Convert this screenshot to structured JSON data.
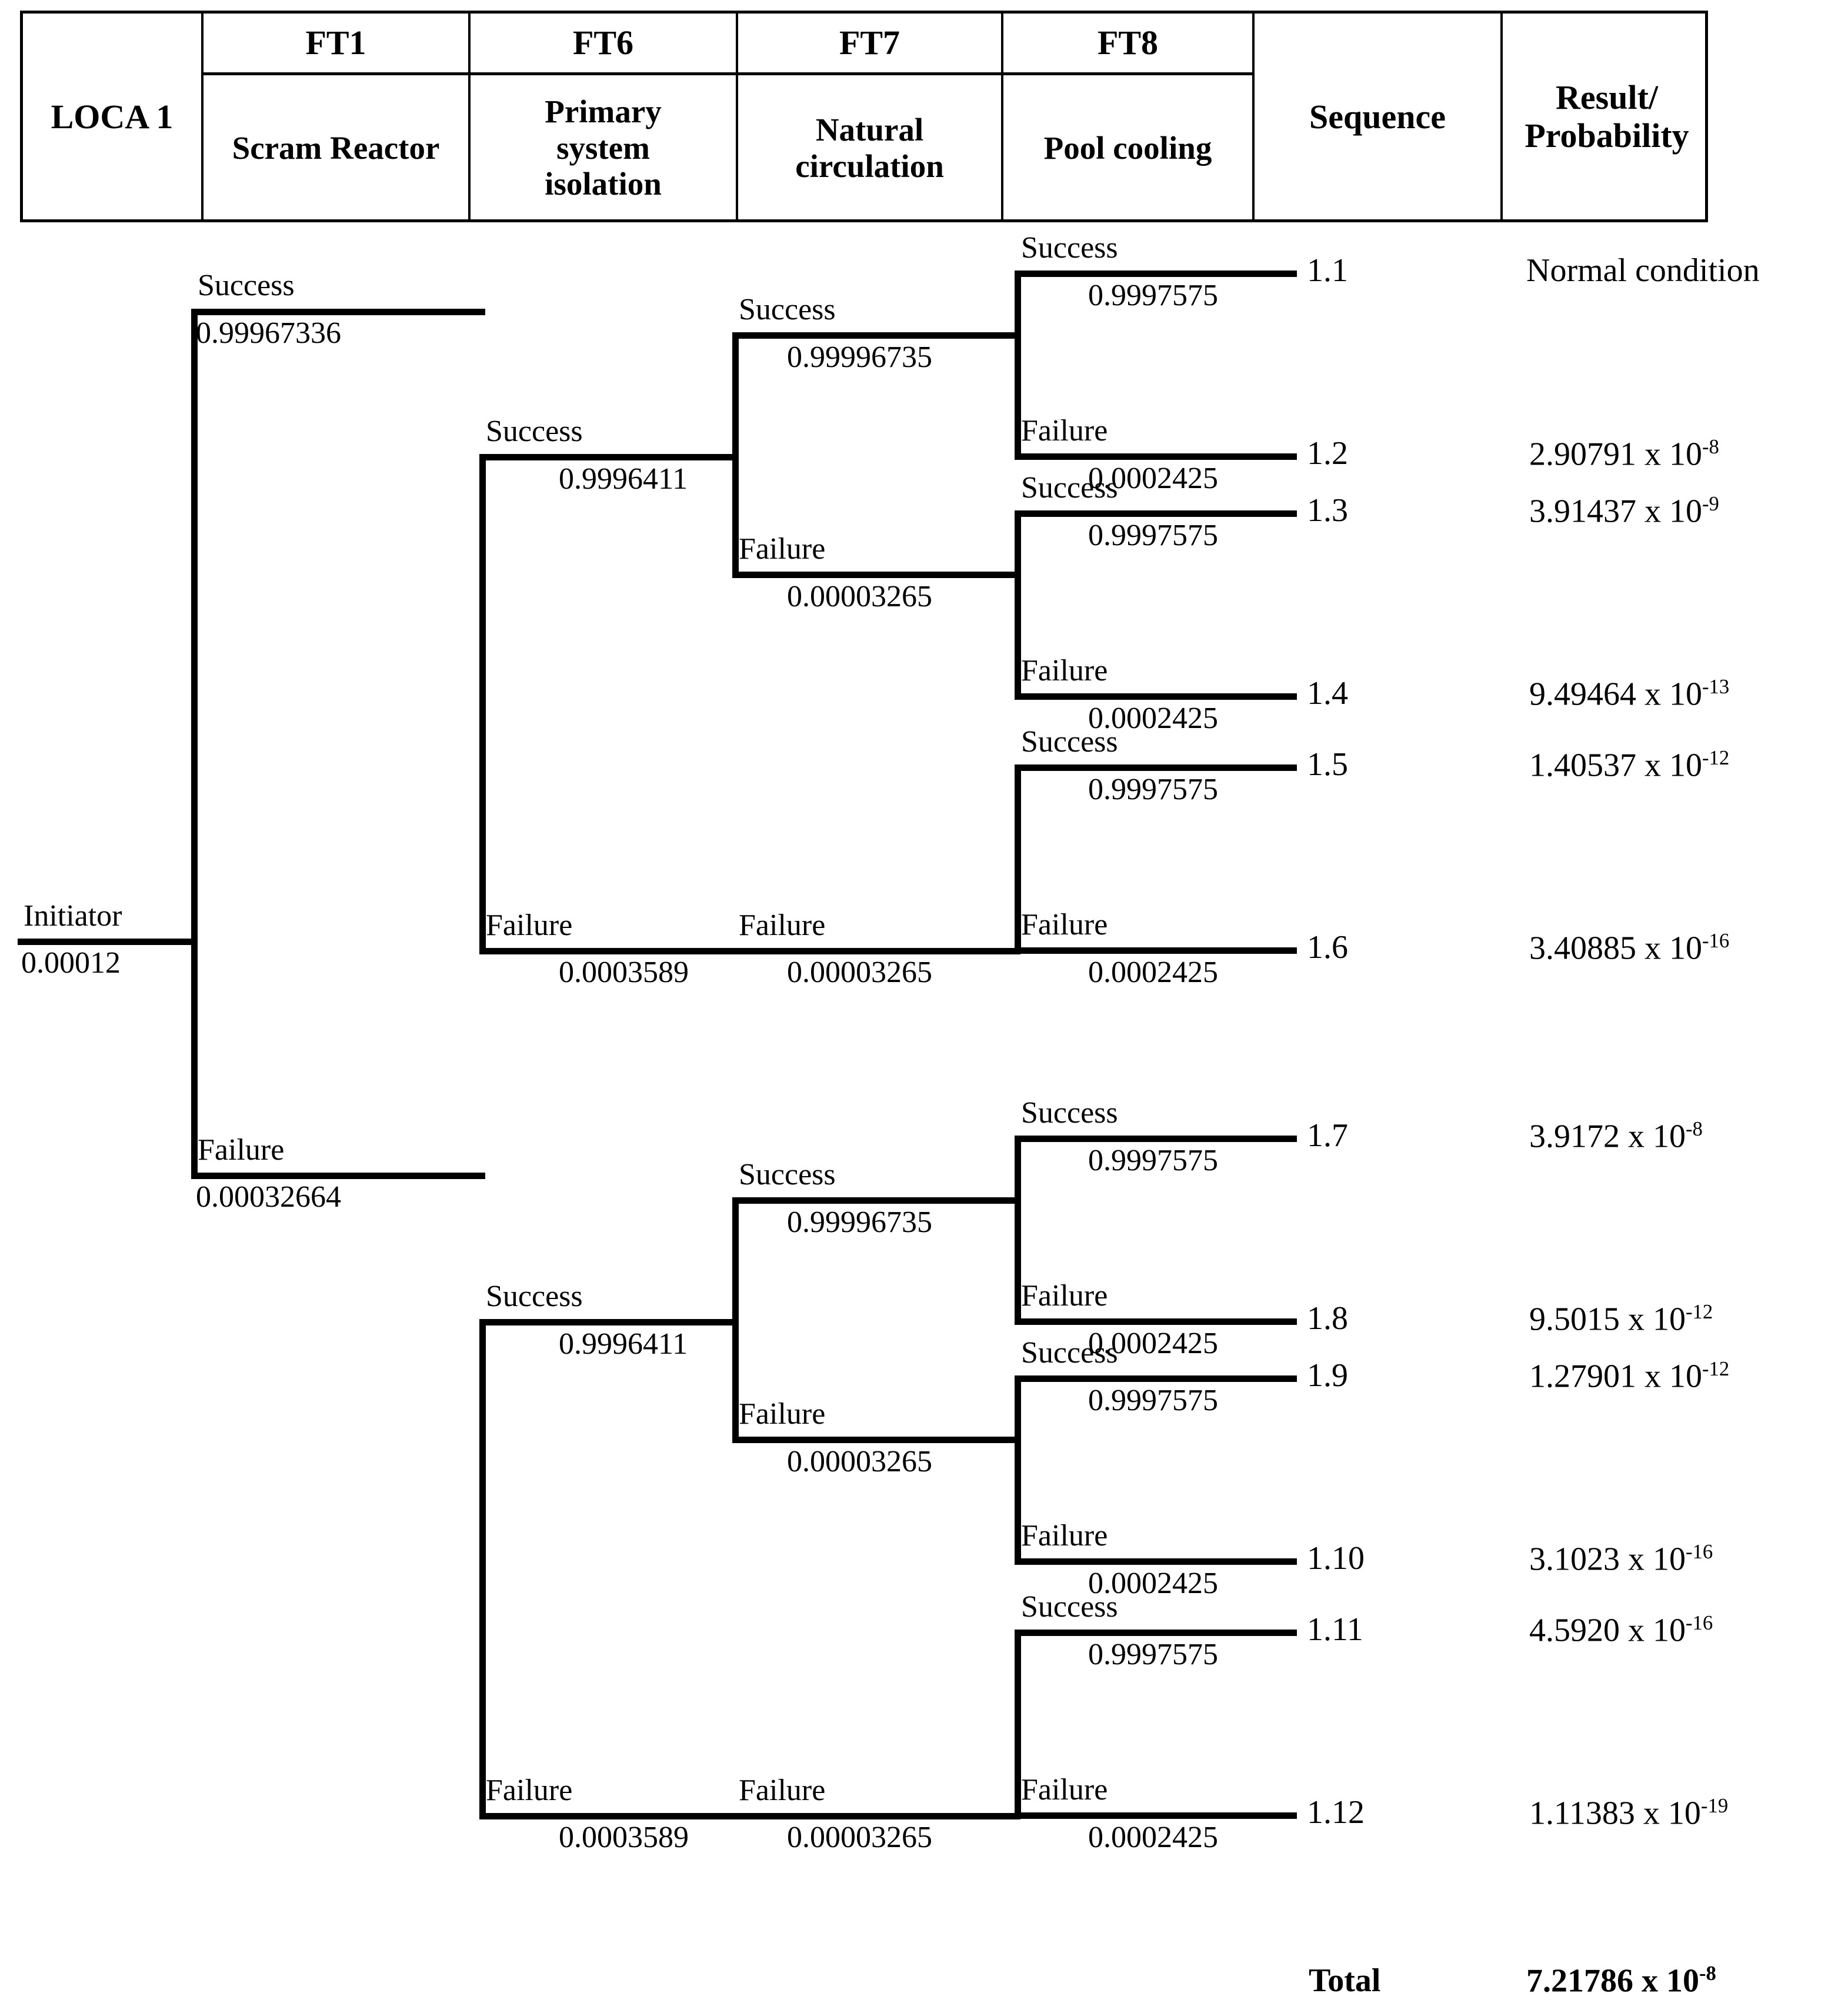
{
  "header": {
    "row_label": "LOCA 1",
    "ft_codes": [
      "FT1",
      "FT6",
      "FT7",
      "FT8"
    ],
    "functions": [
      "Scram Reactor",
      "Primary system isolation",
      "Natural circulation",
      "Pool cooling"
    ],
    "sequence_header": "Sequence",
    "result_header": "Result/ Probability",
    "result_header_line1": "Result/",
    "result_header_line2": "Probability"
  },
  "initiator": {
    "label": "Initiator",
    "probability": "0.00012"
  },
  "branch_labels": {
    "success": "Success",
    "failure": "Failure"
  },
  "ft1": {
    "success_label": "Success",
    "success_prob": "0.99967336",
    "failure_label": "Failure",
    "failure_prob": "0.00032664"
  },
  "ft6": {
    "success_label": "Success",
    "success_prob": "0.9996411",
    "failure_label": "Failure",
    "failure_prob": "0.0003589"
  },
  "ft7": {
    "success_label": "Success",
    "success_prob": "0.99996735",
    "failure_label": "Failure",
    "failure_prob": "0.00003265"
  },
  "ft8": {
    "success_label": "Success",
    "success_prob": "0.9997575",
    "failure_label": "Failure",
    "failure_prob": "0.0002425"
  },
  "sequences": [
    {
      "id": "1.1",
      "result": "Normal condition",
      "mantissa": "",
      "exponent": ""
    },
    {
      "id": "1.2",
      "result": "",
      "mantissa": "2.90791",
      "exponent": "-8"
    },
    {
      "id": "1.3",
      "result": "",
      "mantissa": "3.91437",
      "exponent": "-9"
    },
    {
      "id": "1.4",
      "result": "",
      "mantissa": "9.49464",
      "exponent": "-13"
    },
    {
      "id": "1.5",
      "result": "",
      "mantissa": "1.40537",
      "exponent": "-12"
    },
    {
      "id": "1.6",
      "result": "",
      "mantissa": "3.40885",
      "exponent": "-16"
    },
    {
      "id": "1.7",
      "result": "",
      "mantissa": "3.9172",
      "exponent": "-8"
    },
    {
      "id": "1.8",
      "result": "",
      "mantissa": "9.5015",
      "exponent": "-12"
    },
    {
      "id": "1.9",
      "result": "",
      "mantissa": "1.27901",
      "exponent": "-12"
    },
    {
      "id": "1.10",
      "result": "",
      "mantissa": "3.1023",
      "exponent": "-16"
    },
    {
      "id": "1.11",
      "result": "",
      "mantissa": "4.5920",
      "exponent": "-16"
    },
    {
      "id": "1.12",
      "result": "",
      "mantissa": "1.11383",
      "exponent": "-19"
    }
  ],
  "total": {
    "label": "Total",
    "mantissa": "7.21786",
    "exponent": "-8",
    "times": " x 10"
  },
  "chart_data": {
    "type": "tree",
    "title": "LOCA 1 event tree",
    "nodes": [
      {
        "level": "initiator",
        "label": "Initiator",
        "probability": 0.00012
      },
      {
        "level": "FT1",
        "branch": "Success",
        "probability": 0.99967336
      },
      {
        "level": "FT1",
        "branch": "Failure",
        "probability": 0.00032664
      },
      {
        "level": "FT6",
        "branch": "Success",
        "probability": 0.9996411
      },
      {
        "level": "FT6",
        "branch": "Failure",
        "probability": 0.0003589
      },
      {
        "level": "FT7",
        "branch": "Success",
        "probability": 0.99996735
      },
      {
        "level": "FT7",
        "branch": "Failure",
        "probability": 3.265e-05
      },
      {
        "level": "FT8",
        "branch": "Success",
        "probability": 0.9997575
      },
      {
        "level": "FT8",
        "branch": "Failure",
        "probability": 0.0002425
      }
    ],
    "leaf_values": [
      {
        "sequence": "1.1",
        "value": "Normal condition"
      },
      {
        "sequence": "1.2",
        "value": 2.90791e-08
      },
      {
        "sequence": "1.3",
        "value": 3.91437e-09
      },
      {
        "sequence": "1.4",
        "value": 9.49464e-13
      },
      {
        "sequence": "1.5",
        "value": 1.40537e-12
      },
      {
        "sequence": "1.6",
        "value": 3.40885e-16
      },
      {
        "sequence": "1.7",
        "value": 3.9172e-08
      },
      {
        "sequence": "1.8",
        "value": 9.5015e-12
      },
      {
        "sequence": "1.9",
        "value": 1.27901e-12
      },
      {
        "sequence": "1.10",
        "value": 3.1023e-16
      },
      {
        "sequence": "1.11",
        "value": 4.592e-16
      },
      {
        "sequence": "1.12",
        "value": 1.11383e-19
      }
    ],
    "total": 7.21786e-08
  }
}
